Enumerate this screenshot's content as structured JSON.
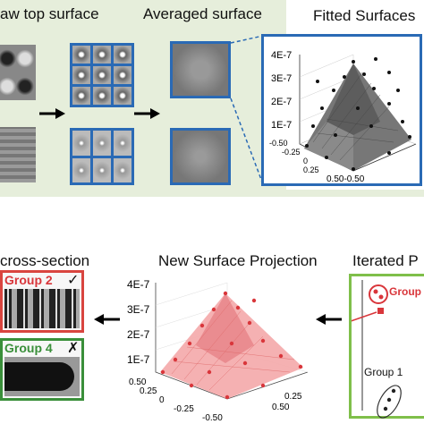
{
  "top_panel": {
    "labels": {
      "raw": "aw top surface",
      "averaged": "Averaged surface",
      "fitted": "Fitted Surfaces"
    },
    "background": "#e6eedb",
    "accent": "#2a6ab5",
    "fitted_plot": {
      "z_ticks": [
        "4E-7",
        "3E-7",
        "2E-7",
        "1E-7"
      ],
      "x_ticks": [
        "-0.50",
        "-0.25",
        "0",
        "0.25",
        "0.50"
      ],
      "y_ticks": [
        "0.50",
        "-0.50"
      ],
      "bottom_label": "0.50-0.50"
    }
  },
  "bottom_panel": {
    "labels": {
      "cross_section": "cross-section",
      "projection": "New Surface Projection",
      "iterated": "Iterated P"
    },
    "groups": {
      "group2": "Group 2",
      "group2_mark": "✓",
      "group4": "Group 4",
      "group4_mark": "✗",
      "group_top": "Group",
      "group1": "Group 1"
    },
    "colors": {
      "group2_border": "#d9453f",
      "group4_border": "#3a8f3a",
      "iterated_border": "#7fbf4a",
      "red": "#d9363b"
    },
    "projection_plot": {
      "z_ticks": [
        "4E-7",
        "3E-7",
        "2E-7",
        "1E-7"
      ],
      "x_ticks": [
        "0.50",
        "0.25",
        "0",
        "-0.25",
        "-0.50"
      ],
      "y_ticks": [
        "0.25",
        "0.50"
      ],
      "bottom_label": "-0.50"
    }
  }
}
